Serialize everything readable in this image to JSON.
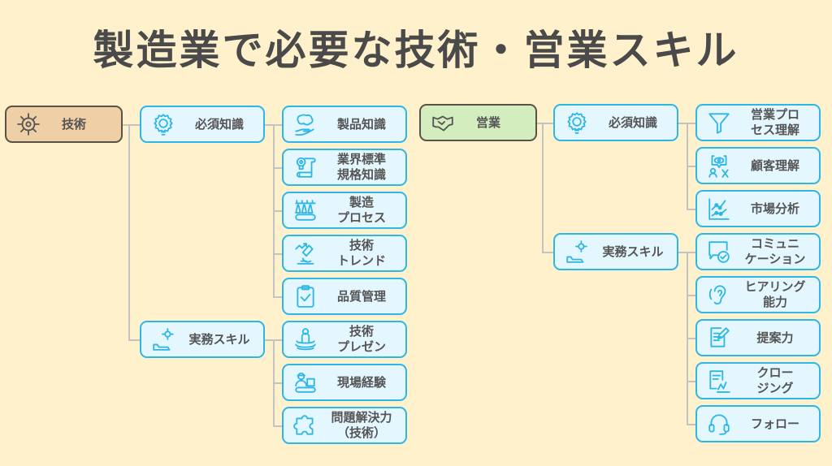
{
  "title": "製造業で必要な技術・営業スキル",
  "colors": {
    "background": "#FFF1CC",
    "node_fill": "#E4F7FE",
    "node_border": "#2DB6E6",
    "tech_root": "#EFCFA5",
    "sales_root": "#D4EDBE"
  },
  "trees": [
    {
      "label": "技術",
      "icon": "gear-icon",
      "children": [
        {
          "label": "必須知識",
          "icon": "lightbulb-gear-icon",
          "children": [
            {
              "label": "製品知識",
              "icon": "brain-hand-icon"
            },
            {
              "label": "業界標準\n規格知識",
              "icon": "certificate-scroll-icon"
            },
            {
              "label": "製造\nプロセス",
              "icon": "production-line-icon"
            },
            {
              "label": "技術\nトレンド",
              "icon": "microscope-trend-icon"
            },
            {
              "label": "品質管理",
              "icon": "clipboard-check-icon"
            }
          ]
        },
        {
          "label": "実務スキル",
          "icon": "skill-gear-icon",
          "children": [
            {
              "label": "技術\nプレゼン",
              "icon": "presenter-icon"
            },
            {
              "label": "現場経験",
              "icon": "worker-conveyor-icon"
            },
            {
              "label": "問題解決力\n（技術）",
              "icon": "puzzle-icon"
            }
          ]
        }
      ]
    },
    {
      "label": "営業",
      "icon": "handshake-icon",
      "children": [
        {
          "label": "必須知識",
          "icon": "lightbulb-gear-icon",
          "children": [
            {
              "label": "営業プロ\nセス理解",
              "icon": "funnel-icon"
            },
            {
              "label": "顧客理解",
              "icon": "customer-eye-icon"
            },
            {
              "label": "市場分析",
              "icon": "line-chart-icon"
            }
          ]
        },
        {
          "label": "実務スキル",
          "icon": "skill-gear-icon",
          "children": [
            {
              "label": "コミュニ\nケーション",
              "icon": "chat-check-icon"
            },
            {
              "label": "ヒアリング\n能力",
              "icon": "ear-icon"
            },
            {
              "label": "提案力",
              "icon": "document-pen-icon"
            },
            {
              "label": "クロー\nジング",
              "icon": "contract-sign-icon"
            },
            {
              "label": "フォロー",
              "icon": "headset-icon"
            }
          ]
        }
      ]
    }
  ]
}
